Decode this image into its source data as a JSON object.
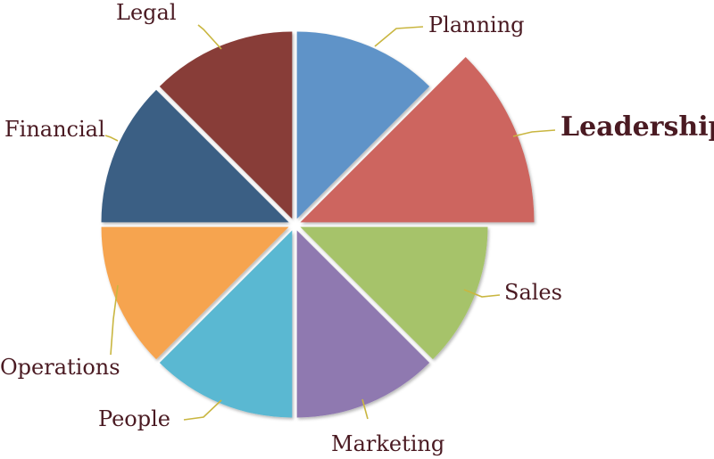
{
  "diagram": {
    "segments": [
      {
        "label": "Planning",
        "color": "#5f93c8",
        "emphasis": false
      },
      {
        "label": "Leadership",
        "color": "#cd655f",
        "emphasis": true
      },
      {
        "label": "Sales",
        "color": "#a6c36a",
        "emphasis": false
      },
      {
        "label": "Marketing",
        "color": "#8f79b0",
        "emphasis": false
      },
      {
        "label": "People",
        "color": "#5ab8d2",
        "emphasis": false
      },
      {
        "label": "Operations",
        "color": "#f6a450",
        "emphasis": false
      },
      {
        "label": "Financial",
        "color": "#3a5e84",
        "emphasis": false
      },
      {
        "label": "Legal",
        "color": "#883c38",
        "emphasis": false
      }
    ],
    "leader_color": "#c9b640",
    "text_color": "#4a1a22"
  }
}
